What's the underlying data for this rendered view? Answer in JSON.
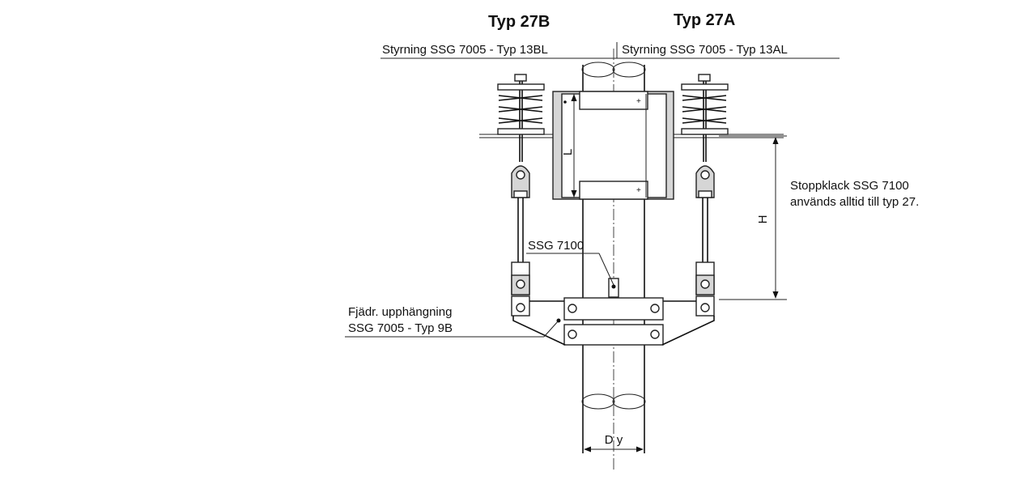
{
  "titles": {
    "left": "Typ 27B",
    "right": "Typ 27A"
  },
  "labels": {
    "guide_left": "Styrning SSG 7005 - Typ 13BL",
    "guide_right": "Styrning SSG 7005 - Typ 13AL",
    "stopper": "SSG 7100",
    "spring_hanger_line1": "Fjädr. upphängning",
    "spring_hanger_line2": "SSG 7005 - Typ 9B",
    "note_line1": "Stoppklack SSG 7100",
    "note_line2": "används alltid till typ 27."
  },
  "dimensions": {
    "length": "L",
    "height": "H",
    "diameter": "D y"
  },
  "colors": {
    "line": "#111111",
    "fill": "#d6d6d6",
    "background": "#ffffff"
  }
}
